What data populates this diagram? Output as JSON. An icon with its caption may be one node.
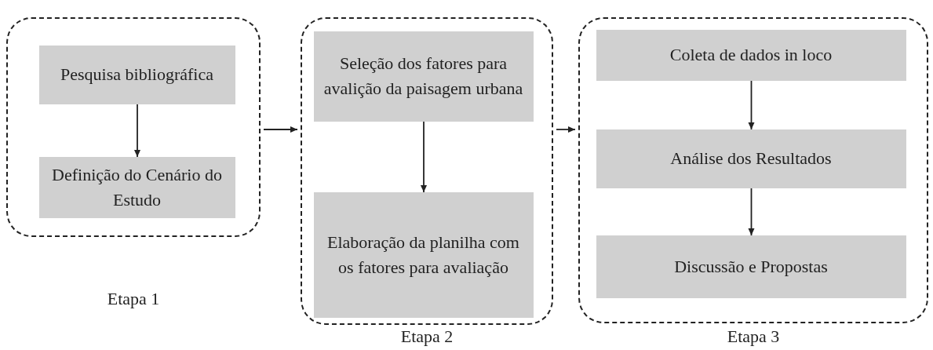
{
  "diagram": {
    "nodes": [
      {
        "text": [
          "Etapa 1"
        ]
      },
      {
        "text": [
          "Pesquisa bibliográfica"
        ],
        "in": 0
      },
      {
        "text": [
          "Definição do Cenário do Estudo"
        ],
        "in": 0
      },
      {
        "text": [
          "Etapa 2"
        ]
      },
      {
        "text": [
          "Seleção dos fatores para avalição da paisagem urbana"
        ],
        "in": 3
      },
      {
        "text": [
          "Elaboração da planilha com os fatores para avaliação"
        ],
        "in": 3
      },
      {
        "text": [
          "Etapa 3"
        ]
      },
      {
        "text": [
          "Coleta de dados in loco"
        ],
        "in": 6
      },
      {
        "text": [
          "Análise dos Resultados"
        ],
        "in": 6
      },
      {
        "text": [
          "Discussão e Propostas"
        ],
        "in": 6
      }
    ],
    "edges": [
      {
        "from": 1,
        "to": 2,
        "arrow": "to"
      },
      {
        "from": 0,
        "to": 3,
        "arrow": "to"
      },
      {
        "from": 4,
        "to": 5,
        "arrow": "to"
      },
      {
        "from": 3,
        "to": 6,
        "arrow": "to"
      },
      {
        "from": 7,
        "to": 8,
        "arrow": "to"
      },
      {
        "from": 8,
        "to": 9,
        "arrow": "to"
      }
    ]
  }
}
